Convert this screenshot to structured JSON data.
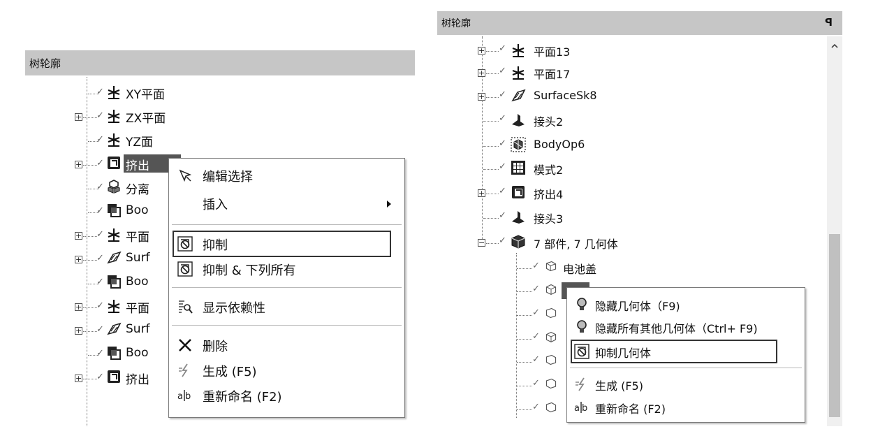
{
  "left": {
    "header_title": "树轮廓",
    "rows": [
      {
        "label": "XY平面"
      },
      {
        "label": "ZX平面"
      },
      {
        "label": "YZ面"
      },
      {
        "label": "挤出"
      },
      {
        "label": "分离"
      },
      {
        "label": "Boo"
      },
      {
        "label": "平面"
      },
      {
        "label": "Surf"
      },
      {
        "label": "Boo"
      },
      {
        "label": "平面"
      },
      {
        "label": "Surf"
      },
      {
        "label": "Boo"
      },
      {
        "label": "挤出"
      }
    ],
    "menu": {
      "edit_selection": "编辑选择",
      "insert": "插入",
      "suppress": "抑制",
      "suppress_all_below": "抑制 & 下列所有",
      "show_dependencies": "显示依赖性",
      "delete": "删除",
      "generate": "生成 (F5)",
      "rename": "重新命名 (F2)"
    }
  },
  "right": {
    "header_title": "树轮廓",
    "pin_glyph": "ꟼ",
    "rows": [
      {
        "label": "平面13"
      },
      {
        "label": "平面17"
      },
      {
        "label": "SurfaceSk8"
      },
      {
        "label": "接头2"
      },
      {
        "label": "BodyOp6"
      },
      {
        "label": "模式2"
      },
      {
        "label": "挤出4"
      },
      {
        "label": "接头3"
      },
      {
        "label": "7 部件, 7 几何体"
      },
      {
        "label": "电池盖"
      }
    ],
    "menu": {
      "hide_body": "隐藏几何体（F9)",
      "hide_all_other": "隐藏所有其他几何体（Ctrl+ F9)",
      "suppress_body": "抑制几何体",
      "generate": "生成 (F5)",
      "rename": "重新命名 (F2)"
    }
  },
  "colors": {
    "header_bg": "#c6c6c6",
    "selection_bg": "#555555",
    "highlight_border": "#333333"
  }
}
